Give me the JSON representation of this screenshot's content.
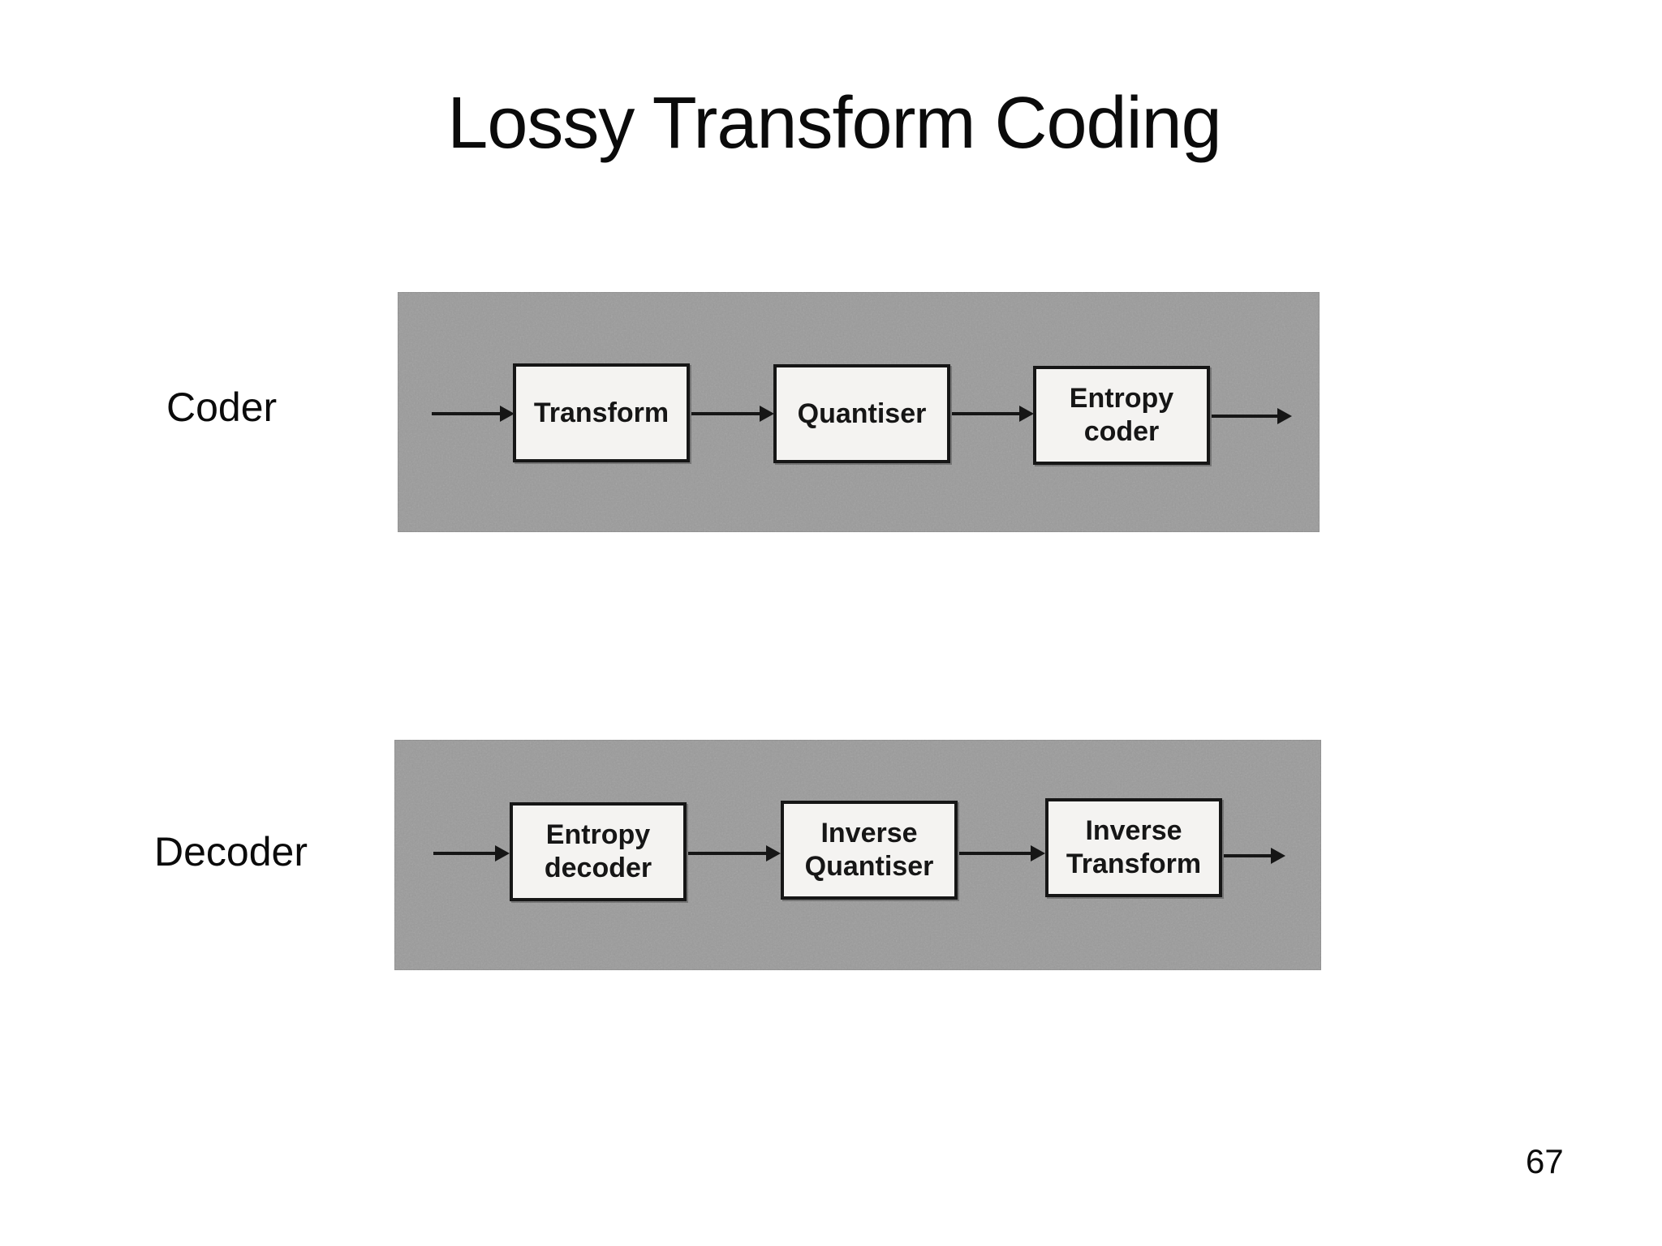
{
  "title": "Lossy Transform Coding",
  "page_number": "67",
  "coder": {
    "label": "Coder",
    "blocks": [
      {
        "label": "Transform"
      },
      {
        "label": "Quantiser"
      },
      {
        "label": "Entropy\ncoder"
      }
    ]
  },
  "decoder": {
    "label": "Decoder",
    "blocks": [
      {
        "label": "Entropy\ndecoder"
      },
      {
        "label": "Inverse\nQuantiser"
      },
      {
        "label": "Inverse\nTransform"
      }
    ]
  },
  "colors": {
    "diagram_background": "#9b9b9b",
    "box_fill": "#f4f3f1",
    "ink": "#161616"
  }
}
